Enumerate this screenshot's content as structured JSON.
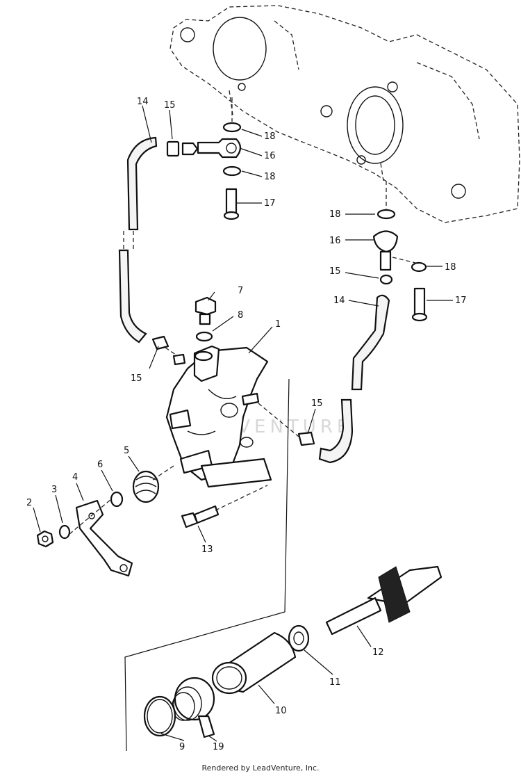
{
  "callouts": {
    "c1": "1",
    "c2": "2",
    "c3": "3",
    "c4": "4",
    "c5": "5",
    "c6": "6",
    "c7": "7",
    "c8": "8",
    "c9": "9",
    "c10": "10",
    "c11": "11",
    "c12": "12",
    "c13": "13",
    "c14a": "14",
    "c14b": "14",
    "c15a": "15",
    "c15b": "15",
    "c15c": "15",
    "c15d": "15",
    "c16a": "16",
    "c16b": "16",
    "c17a": "17",
    "c17b": "17",
    "c18a": "18",
    "c18b": "18",
    "c18c": "18",
    "c18d": "18",
    "c19": "19"
  },
  "watermark": "LEADVENTURE",
  "footer": {
    "credit": "Rendered by LeadVenture, Inc."
  }
}
